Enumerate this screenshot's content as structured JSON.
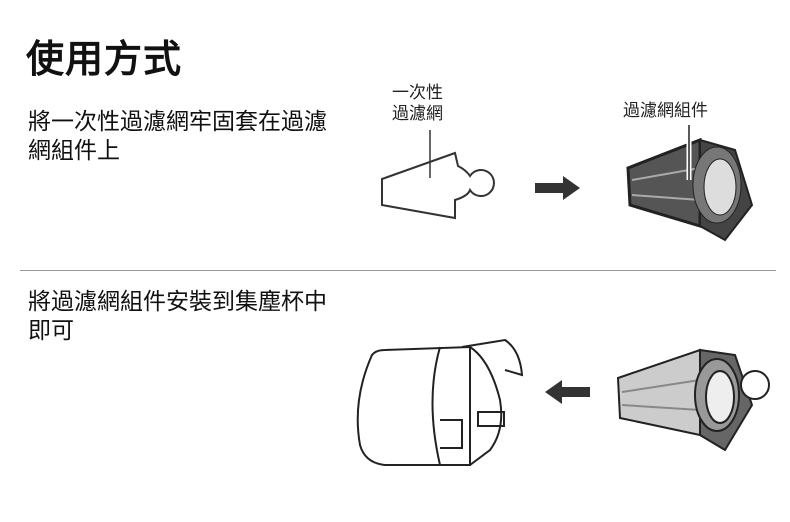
{
  "title": "使用方式",
  "steps": [
    {
      "text": "將一次性過濾網牢固套在過濾網組件上"
    },
    {
      "text": "將過濾網組件安裝到集塵杯中即可"
    }
  ],
  "labels": {
    "disposable_filter_line1": "一次性",
    "disposable_filter_line2": "過濾網",
    "filter_assembly": "過濾網組件"
  }
}
